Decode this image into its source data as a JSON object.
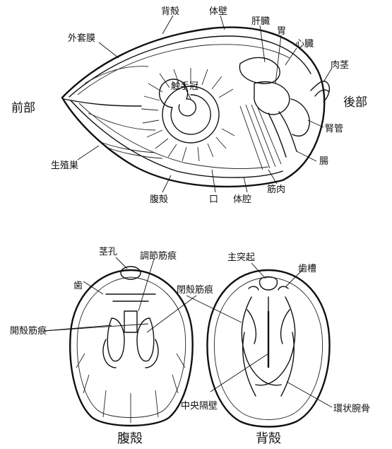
{
  "side_view": {
    "labels": {
      "dorsal_valve": "背殻",
      "body_wall": "体壁",
      "liver": "肝臓",
      "stomach": "胃",
      "heart": "心臓",
      "pedicle": "肉茎",
      "mantle": "外套膜",
      "anterior": "前部",
      "posterior": "後部",
      "lophophore": "触手冠",
      "nephridium": "腎管",
      "gonad": "生殖巣",
      "intestine": "腸",
      "muscle": "筋肉",
      "ventral_valve": "腹殻",
      "mouth": "口",
      "body_cavity": "体腔"
    }
  },
  "ventral_view": {
    "caption": "腹殻",
    "labels": {
      "pedicle_foramen": "茎孔",
      "adjustor_scar": "調節筋痕",
      "tooth": "歯",
      "diductor_scar": "開殻筋痕",
      "adductor_scar": "閉殻筋痕"
    }
  },
  "dorsal_view": {
    "caption": "背殻",
    "labels": {
      "cardinal_process": "主突起",
      "socket": "歯槽",
      "median_septum": "中央隔壁",
      "loop": "環状腕骨"
    }
  }
}
